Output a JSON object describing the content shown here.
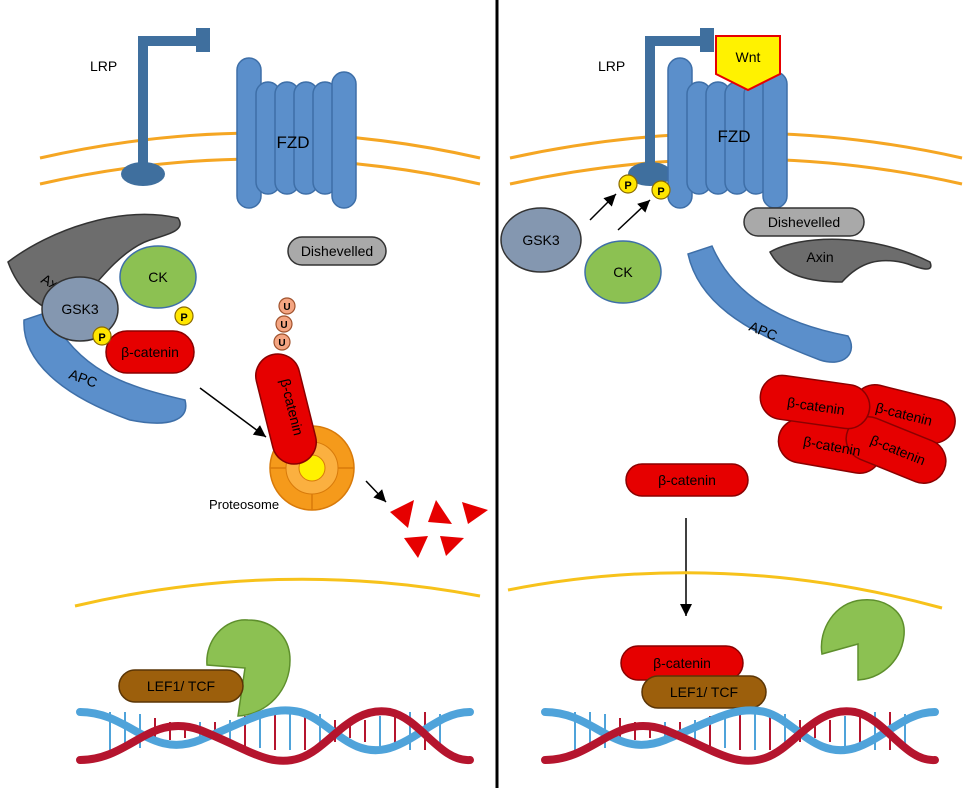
{
  "left": {
    "lrp": "LRP",
    "fzd": "FZD",
    "axin": "Axin",
    "gsk3": "GSK3",
    "ck": "CK",
    "apc": "APC",
    "dishevelled": "Dishevelled",
    "phospho_1": "P",
    "phospho_2": "P",
    "beta_catenin_complex": "β-catenin",
    "beta_catenin_degrading": "β-catenin",
    "ubiquitin_1": "U",
    "ubiquitin_2": "U",
    "ubiquitin_3": "U",
    "proteosome": "Proteosome",
    "lef1_tcf": "LEF1/ TCF"
  },
  "right": {
    "lrp": "LRP",
    "wnt": "Wnt",
    "fzd": "FZD",
    "gsk3": "GSK3",
    "ck": "CK",
    "phospho_1": "P",
    "phospho_2": "P",
    "dishevelled": "Dishevelled",
    "axin": "Axin",
    "apc": "APC",
    "beta_catenin_stack_1": "β-catenin",
    "beta_catenin_stack_2": "β-catenin",
    "beta_catenin_stack_3": "β-catenin",
    "beta_catenin_stack_4": "β-catenin",
    "beta_catenin_free": "β-catenin",
    "beta_catenin_nuclear": "β-catenin",
    "lef1_tcf": "LEF1/ TCF"
  },
  "colors": {
    "membrane": "#F5A623",
    "nuclear_membrane": "#F7C21B",
    "receptor_blue": "#5B8FCB",
    "receptor_stroke": "#3E6FA8",
    "lrp_blue": "#3F6F9E",
    "axin_gray": "#6D6D6D",
    "gsk3_slate": "#8497B0",
    "ck_green": "#8CC152",
    "dishevelled_gray": "#A9A9A9",
    "beta_catenin_red": "#E60000",
    "phospho_yellow": "#FFE600",
    "ubiquitin_salmon": "#F4A582",
    "proteosome_orange": "#F59A1B",
    "lef_brown": "#9C5F0C",
    "wnt_yellow": "#FFF200",
    "dna_red": "#B5152E",
    "dna_blue": "#4FA3DA"
  }
}
